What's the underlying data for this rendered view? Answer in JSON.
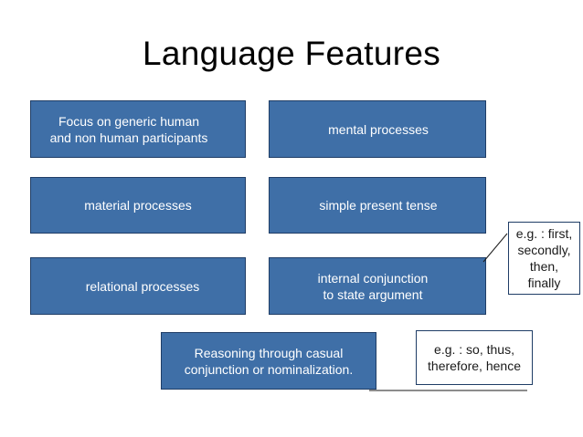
{
  "slide": {
    "title": "Language Features",
    "boxes": [
      {
        "text": "Focus on generic human\nand non human participants"
      },
      {
        "text": "mental processes"
      },
      {
        "text": "material processes"
      },
      {
        "text": "simple present tense"
      },
      {
        "text": "relational processes"
      },
      {
        "text": "internal conjunction\nto state argument"
      },
      {
        "text": "Reasoning through casual\nconjunction or nominalization."
      }
    ],
    "notes": [
      {
        "text": "e.g. : first,\nsecondly,\nthen,\nfinally"
      },
      {
        "text": "e.g. : so, thus,\ntherefore, hence"
      }
    ],
    "colors": {
      "box_fill": "#3f6fa7",
      "box_border": "#1f3d66",
      "text": "#ffffff"
    }
  }
}
